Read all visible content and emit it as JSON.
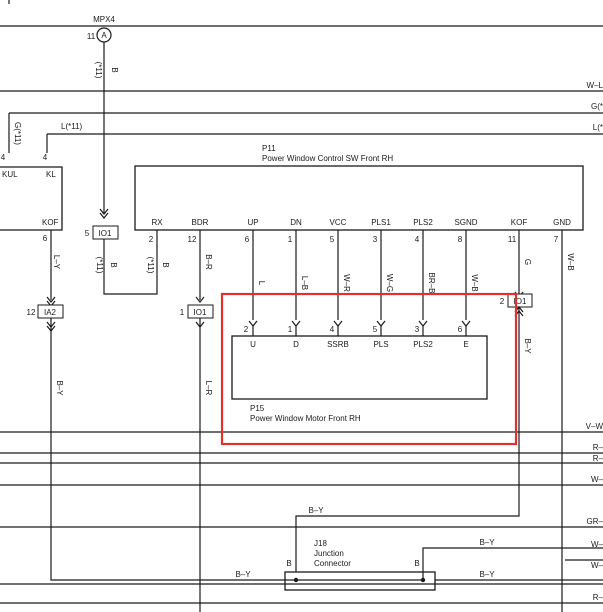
{
  "mpx": {
    "name": "MPX4",
    "pin": "11",
    "letter": "A",
    "wire": "B",
    "note": "(*11)"
  },
  "left": {
    "g11": "G(*11)",
    "l11": "L(*11)",
    "pin_kul": "4",
    "pin_kl": "4",
    "kul": "KUL",
    "kl": "KL",
    "kof": "KOF",
    "kof_pin": "6",
    "ly": "L–Y"
  },
  "p11": {
    "code": "P11",
    "name": "Power Window Control SW Front RH",
    "terminals": [
      "RX",
      "BDR",
      "UP",
      "DN",
      "VCC",
      "PLS1",
      "PLS2",
      "SGND",
      "KOF",
      "GND"
    ],
    "pins": [
      "2",
      "12",
      "6",
      "1",
      "5",
      "3",
      "4",
      "8",
      "11",
      "7"
    ]
  },
  "p15": {
    "code": "P15",
    "name": "Power Window Motor Front RH",
    "terminals": [
      "U",
      "D",
      "SSRB",
      "PLS",
      "PLS2",
      "E"
    ],
    "pins": [
      "2",
      "1",
      "4",
      "5",
      "3",
      "6"
    ]
  },
  "mid_wires": [
    "L",
    "L–B",
    "W–R",
    "W–G",
    "BR–B",
    "W–B"
  ],
  "kof_wire": "G",
  "gnd_wire": "W–B",
  "io1": {
    "label": "IO1",
    "pin_left": "5",
    "pin_rx": "2",
    "pin_bdr": "1",
    "pin_kof": "2",
    "wire_b": "B",
    "note_left": "(*11)",
    "note_rx": "(*11)"
  },
  "bdr_wire": "B–R",
  "bdr_lower": "L–R",
  "ia2": {
    "label": "IA2",
    "pin": "12"
  },
  "by_vertical": "B–Y",
  "by_right": "B–Y",
  "j18": {
    "code": "J18",
    "line1": "Junction",
    "line2": "Connector",
    "pin_left": "B",
    "pin_right": "B"
  },
  "by_top": "B–Y",
  "by_right_upper": "B–Y",
  "by_left_bottom": "B–Y",
  "by_right_bottom": "B–Y",
  "right_labels": [
    "W–L",
    "G(*",
    "L(*",
    "V–W",
    "R–",
    "R–",
    "W–",
    "GR–",
    "W–",
    "W–",
    "R–"
  ],
  "highlight_color": "#e03030"
}
